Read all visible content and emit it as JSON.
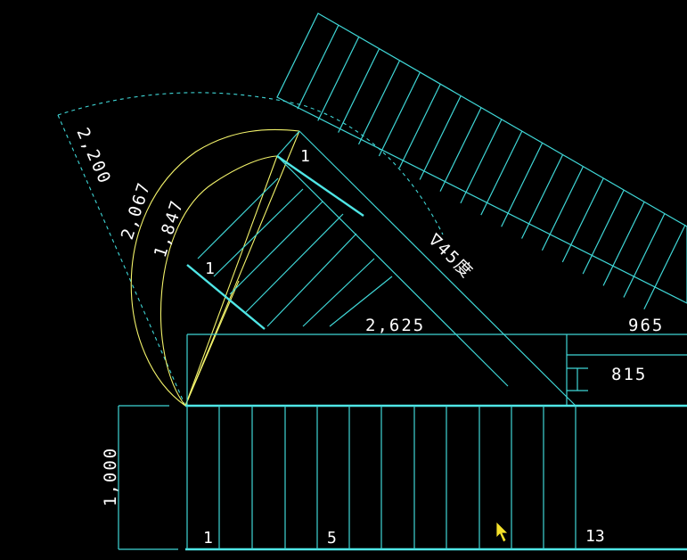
{
  "drawing": {
    "colors": {
      "background": "#000000",
      "stair_lines": "#3fd6d6",
      "stair_edges": "#4fe6e6",
      "construction_lines": "#f2f26a",
      "text": "#ffffff",
      "cursor": "#f5e12a"
    },
    "dimensions": {
      "arc_outer": "2,200",
      "arc_middle": "2,067",
      "arc_inner": "1,847",
      "horizontal_main": "2,625",
      "top_right": "965",
      "right_inner": "815",
      "vertical_left": "1,000"
    },
    "angle_label": "∇45度",
    "step_labels": {
      "diag_upper_top": "1",
      "diag_lower_left": "1",
      "bottom_first": "1",
      "bottom_fifth": "5",
      "bottom_last": "13"
    },
    "icons": {
      "cursor": "mouse-pointer-icon"
    }
  }
}
